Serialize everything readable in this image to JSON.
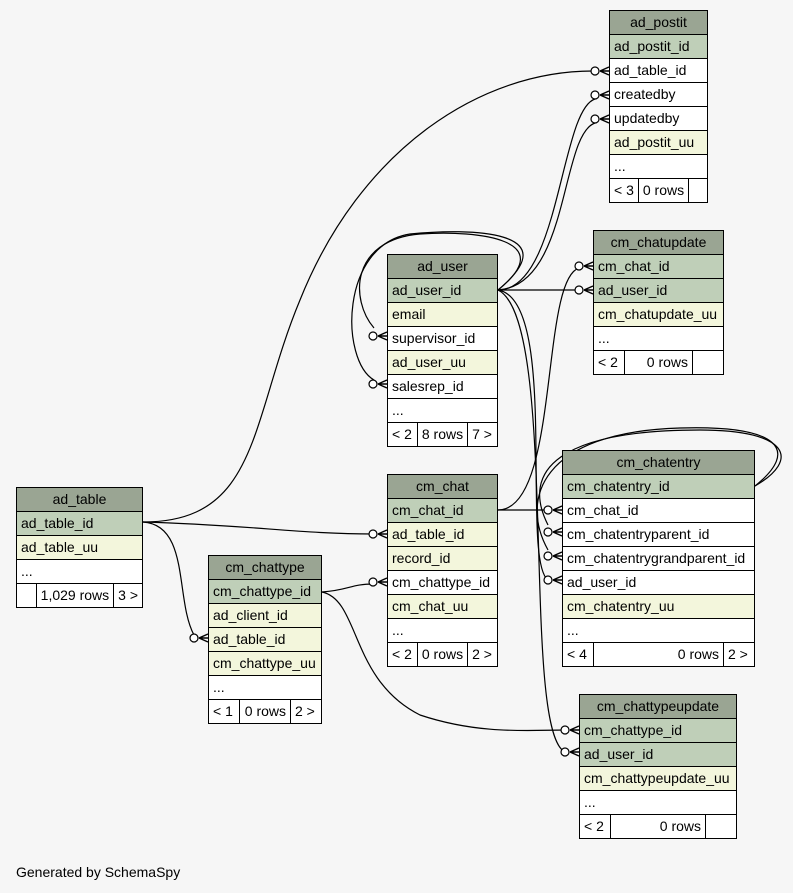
{
  "footer": "Generated by SchemaSpy",
  "tables": [
    {
      "key": "ad_postit",
      "name": "ad_postit",
      "columns": [
        {
          "name": "ad_postit_id",
          "kind": "pk"
        },
        {
          "name": "ad_table_id",
          "kind": "plain"
        },
        {
          "name": "createdby",
          "kind": "plain"
        },
        {
          "name": "updatedby",
          "kind": "plain"
        },
        {
          "name": "ad_postit_uu",
          "kind": "idx"
        },
        {
          "name": "...",
          "kind": "plain"
        }
      ],
      "footer": [
        "< 3",
        "0 rows",
        ""
      ]
    },
    {
      "key": "cm_chatupdate",
      "name": "cm_chatupdate",
      "columns": [
        {
          "name": "cm_chat_id",
          "kind": "pk"
        },
        {
          "name": "ad_user_id",
          "kind": "pk"
        },
        {
          "name": "cm_chatupdate_uu",
          "kind": "idx"
        },
        {
          "name": "...",
          "kind": "plain"
        }
      ],
      "footer": [
        "< 2",
        "0 rows",
        ""
      ]
    },
    {
      "key": "ad_user",
      "name": "ad_user",
      "columns": [
        {
          "name": "ad_user_id",
          "kind": "pk"
        },
        {
          "name": "email",
          "kind": "idx"
        },
        {
          "name": "supervisor_id",
          "kind": "plain"
        },
        {
          "name": "ad_user_uu",
          "kind": "idx"
        },
        {
          "name": "salesrep_id",
          "kind": "plain"
        },
        {
          "name": "...",
          "kind": "plain"
        }
      ],
      "footer": [
        "< 2",
        "8 rows",
        "7 >"
      ]
    },
    {
      "key": "cm_chatentry",
      "name": "cm_chatentry",
      "columns": [
        {
          "name": "cm_chatentry_id",
          "kind": "pk"
        },
        {
          "name": "cm_chat_id",
          "kind": "plain"
        },
        {
          "name": "cm_chatentryparent_id",
          "kind": "plain"
        },
        {
          "name": "cm_chatentrygrandparent_id",
          "kind": "plain"
        },
        {
          "name": "ad_user_id",
          "kind": "plain"
        },
        {
          "name": "cm_chatentry_uu",
          "kind": "idx"
        },
        {
          "name": "...",
          "kind": "plain"
        }
      ],
      "footer": [
        "< 4",
        "0 rows",
        "2 >"
      ]
    },
    {
      "key": "ad_table",
      "name": "ad_table",
      "columns": [
        {
          "name": "ad_table_id",
          "kind": "pk"
        },
        {
          "name": "ad_table_uu",
          "kind": "idx"
        },
        {
          "name": "...",
          "kind": "plain"
        }
      ],
      "footer": [
        "",
        "1,029 rows",
        "3 >"
      ]
    },
    {
      "key": "cm_chat",
      "name": "cm_chat",
      "columns": [
        {
          "name": "cm_chat_id",
          "kind": "pk"
        },
        {
          "name": "ad_table_id",
          "kind": "idx"
        },
        {
          "name": "record_id",
          "kind": "idx"
        },
        {
          "name": "cm_chattype_id",
          "kind": "plain"
        },
        {
          "name": "cm_chat_uu",
          "kind": "idx"
        },
        {
          "name": "...",
          "kind": "plain"
        }
      ],
      "footer": [
        "< 2",
        "0 rows",
        "2 >"
      ]
    },
    {
      "key": "cm_chattype",
      "name": "cm_chattype",
      "columns": [
        {
          "name": "cm_chattype_id",
          "kind": "pk"
        },
        {
          "name": "ad_client_id",
          "kind": "idx"
        },
        {
          "name": "ad_table_id",
          "kind": "idx"
        },
        {
          "name": "cm_chattype_uu",
          "kind": "idx"
        },
        {
          "name": "...",
          "kind": "plain"
        }
      ],
      "footer": [
        "< 1",
        "0 rows",
        "2 >"
      ]
    },
    {
      "key": "cm_chattypeupdate",
      "name": "cm_chattypeupdate",
      "columns": [
        {
          "name": "cm_chattype_id",
          "kind": "pk"
        },
        {
          "name": "ad_user_id",
          "kind": "pk"
        },
        {
          "name": "cm_chattypeupdate_uu",
          "kind": "idx"
        },
        {
          "name": "...",
          "kind": "plain"
        }
      ],
      "footer": [
        "< 2",
        "0 rows",
        ""
      ]
    }
  ]
}
